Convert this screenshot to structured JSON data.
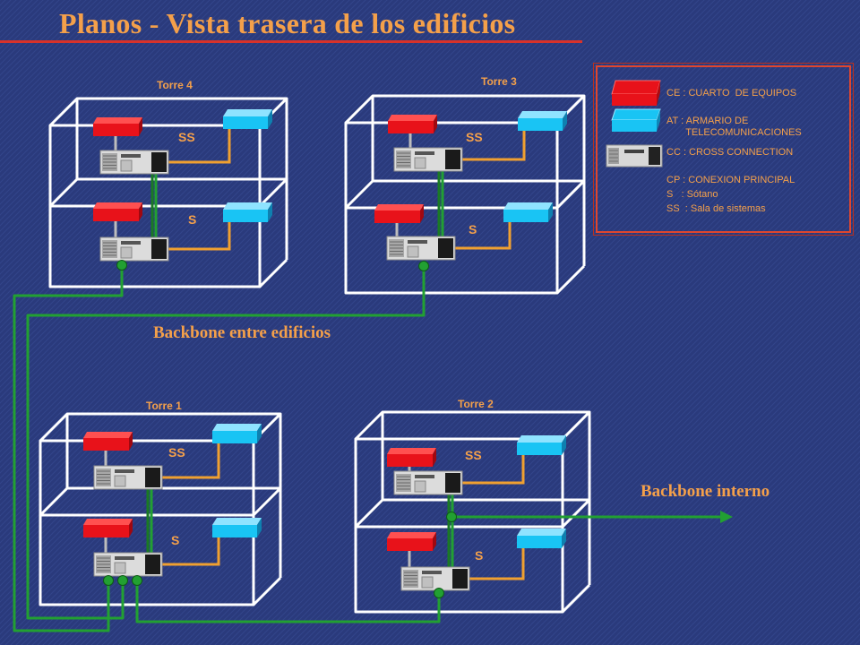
{
  "title": "Planos - Vista trasera de los edificios",
  "towers": [
    {
      "id": "t4",
      "label": "Torre 4",
      "upper_floor_label": "SS",
      "lower_floor_label": "S"
    },
    {
      "id": "t3",
      "label": "Torre 3",
      "upper_floor_label": "SS",
      "lower_floor_label": "S"
    },
    {
      "id": "t1",
      "label": "Torre 1",
      "upper_floor_label": "SS",
      "lower_floor_label": "S"
    },
    {
      "id": "t2",
      "label": "Torre 2",
      "upper_floor_label": "SS",
      "lower_floor_label": "S"
    }
  ],
  "backbone_labels": {
    "between_buildings": "Backbone entre edificios",
    "internal": "Backbone interno"
  },
  "legend": {
    "items": [
      {
        "icon": "equipment-room-icon",
        "text": "CE : CUARTO  DE EQUIPOS"
      },
      {
        "icon": "telecom-closet-icon",
        "text": "AT : ARMARIO DE\n       TELECOMUNICACIONES"
      },
      {
        "icon": "cross-connect-icon",
        "text": "CC : CROSS CONNECTION"
      },
      {
        "icon": "",
        "text": "CP : CONEXION PRINCIPAL"
      },
      {
        "icon": "",
        "text": "S   : Sótano"
      },
      {
        "icon": "",
        "text": "SS  : Sala de sistemas"
      }
    ]
  },
  "colors": {
    "background": "#2a3a7c",
    "title": "#f4a04a",
    "title_bar": "#d8322a",
    "equipment_room": "#e8121a",
    "telecom_closet": "#19c4f4",
    "backbone": "#22a032",
    "horizontal_cable": "#f0a030",
    "outline": "#ffffff"
  }
}
